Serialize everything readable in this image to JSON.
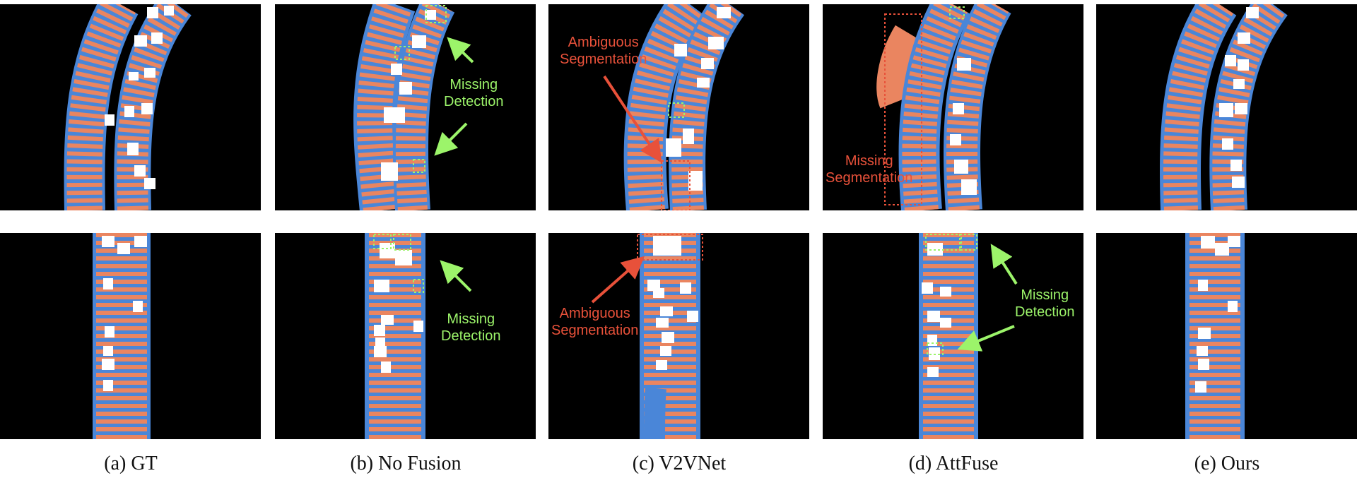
{
  "colors": {
    "background": "#000000",
    "lane_salmon": "#ea8560",
    "lane_blue": "#4a86d8",
    "vehicle": "#ffffff",
    "annotation_green": "#9cf46a",
    "annotation_red": "#e8513a"
  },
  "captions": [
    {
      "id": "a",
      "text": "(a) GT"
    },
    {
      "id": "b",
      "text": "(b) No Fusion"
    },
    {
      "id": "c",
      "text": "(c) V2VNet"
    },
    {
      "id": "d",
      "text": "(d) AttFuse"
    },
    {
      "id": "e",
      "text": "(e) Ours"
    }
  ],
  "annotations": {
    "b_top": {
      "line1": "Missing",
      "line2": "Detection"
    },
    "c_top": {
      "line1": "Ambiguous",
      "line2": "Segmentation"
    },
    "d_top": {
      "line1": "Missing",
      "line2": "Segmentation"
    },
    "b_bottom": {
      "line1": "Missing",
      "line2": "Detection"
    },
    "c_bottom": {
      "line1": "Ambiguous",
      "line2": "Segmentation"
    },
    "d_bottom": {
      "line1": "Missing",
      "line2": "Detection"
    }
  }
}
